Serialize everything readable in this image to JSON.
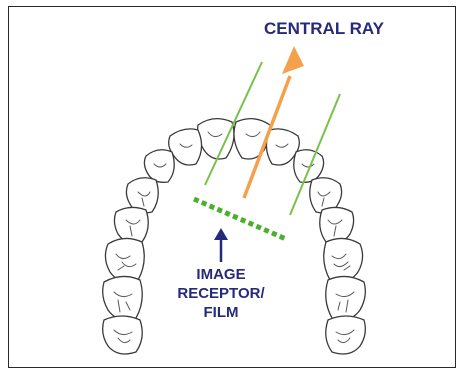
{
  "labels": {
    "central_ray": "CENTRAL RAY",
    "receptor_line1": "IMAGE",
    "receptor_line2": "RECEPTOR/",
    "receptor_line3": "FILM"
  },
  "colors": {
    "label": "#262a7a",
    "central_ray": "#f5a04a",
    "guide_lines": "#77c24a",
    "receptor": "#4caf2a",
    "arrow": "#262a7a",
    "tooth_outline": "#3a3a3a"
  }
}
